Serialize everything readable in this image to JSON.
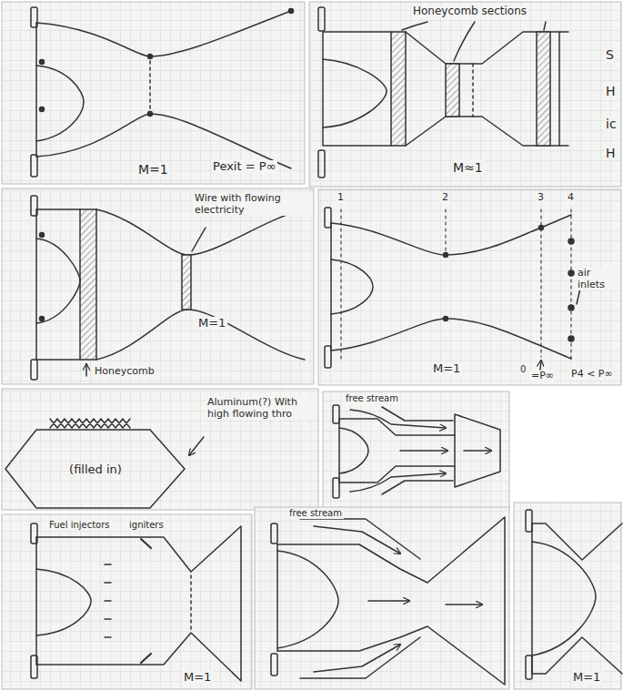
{
  "diagram": {
    "nodes": [
      {
        "text": [
          "(filled in)"
        ]
      }
    ],
    "labels": [
      "M=1",
      "Pexit = P∞",
      "Honeycomb sections",
      "M≈1",
      "S",
      "H",
      "ic",
      "H",
      "Wire with flowing electricity",
      "Honeycomb",
      "M=1",
      "1",
      "2",
      "3",
      "4",
      "air inlets",
      "M=1",
      "0",
      "=P∞",
      "P4 < P∞",
      "Aluminum(?) With high flowing thro",
      "free stream",
      "Fuel injectors",
      "igniters",
      "M=1",
      "free stream",
      "M=1"
    ]
  }
}
